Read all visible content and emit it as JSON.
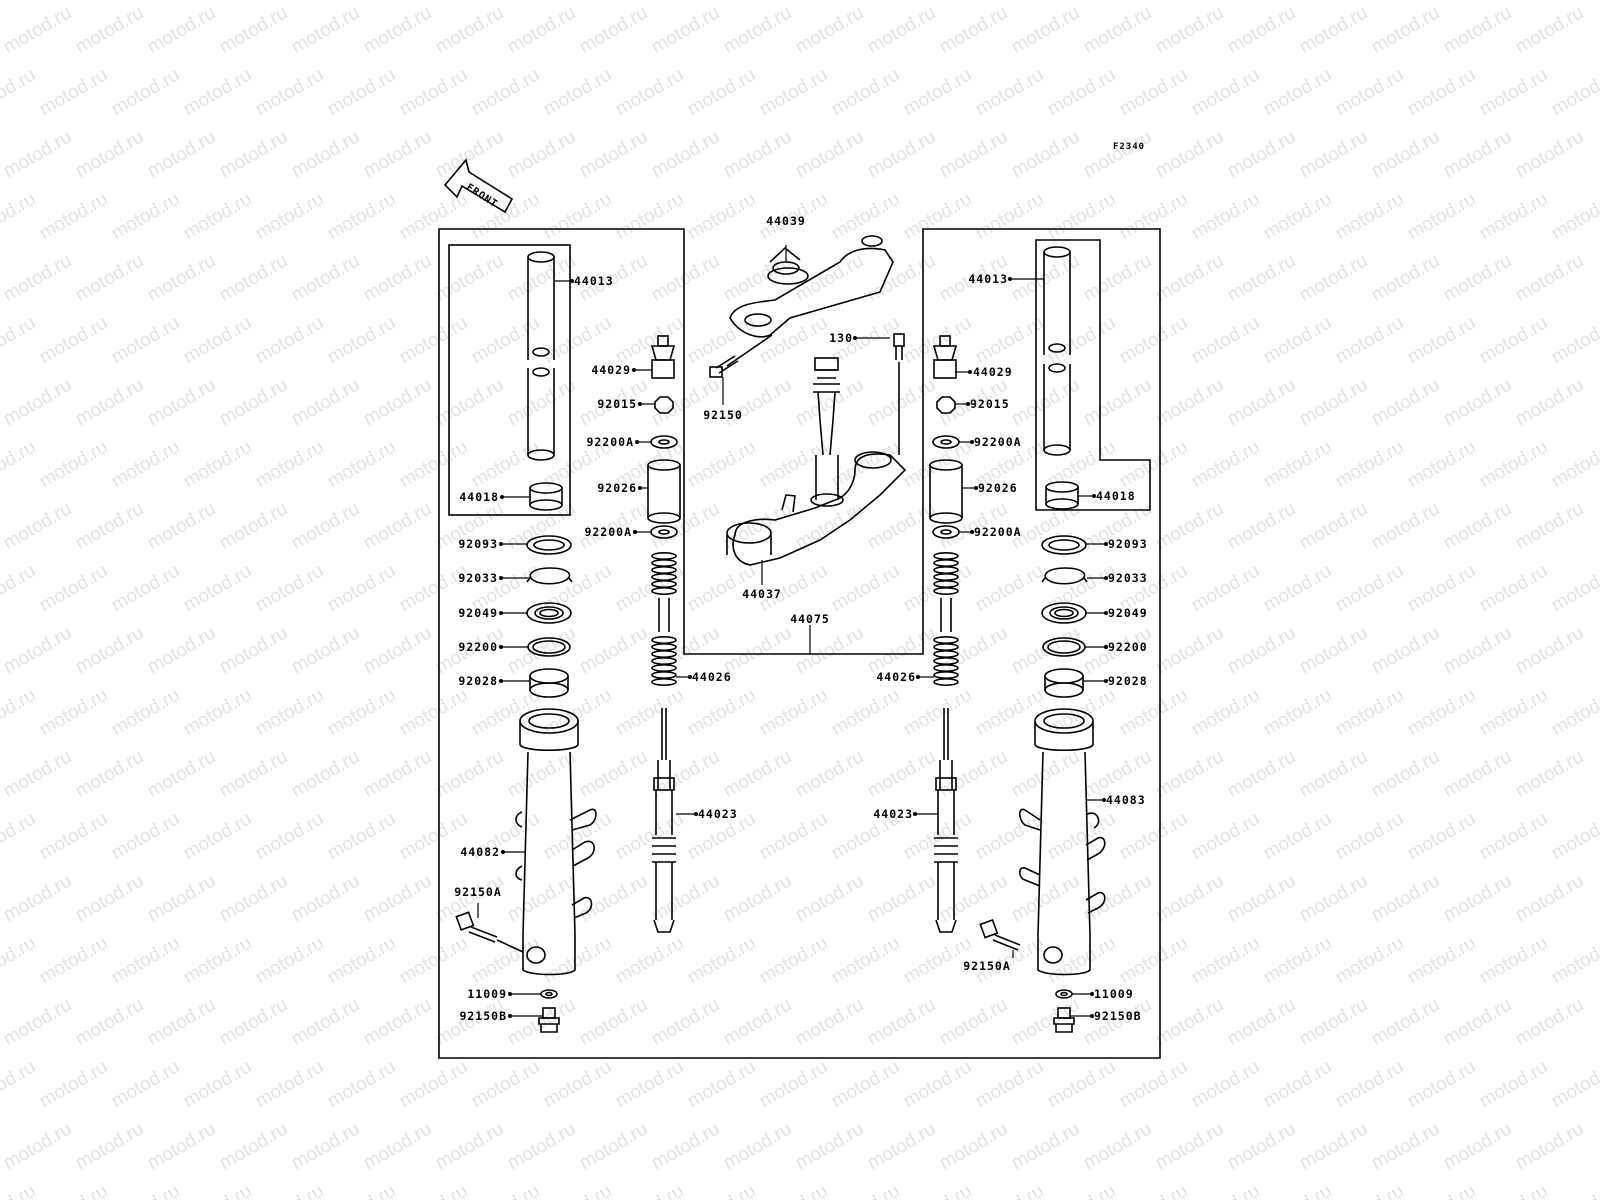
{
  "watermark": "motod.ru",
  "figure_code": "F2340",
  "front_label": "FRONT",
  "parts": {
    "p44039": "44039",
    "p44013_l": "44013",
    "p44013_r": "44013",
    "p130": "130",
    "p44029_l": "44029",
    "p44029_r": "44029",
    "p92150": "92150",
    "p92015_l": "92015",
    "p92015_r": "92015",
    "p92200A_l1": "92200A",
    "p92200A_r1": "92200A",
    "p92026_l": "92026",
    "p92026_r": "92026",
    "p44018_l": "44018",
    "p44018_r": "44018",
    "p92200A_l2": "92200A",
    "p92200A_r2": "92200A",
    "p92093_l": "92093",
    "p92093_r": "92093",
    "p92033_l": "92033",
    "p92033_r": "92033",
    "p44037": "44037",
    "p92049_l": "92049",
    "p92049_r": "92049",
    "p44075": "44075",
    "p92200_l": "92200",
    "p92200_r": "92200",
    "p44026_l": "44026",
    "p44026_r": "44026",
    "p92028_l": "92028",
    "p92028_r": "92028",
    "p44023_l": "44023",
    "p44023_r": "44023",
    "p44083": "44083",
    "p44082": "44082",
    "p92150A_l": "92150A",
    "p92150A_r": "92150A",
    "p11009_l": "11009",
    "p11009_r": "11009",
    "p92150B_l": "92150B",
    "p92150B_r": "92150B"
  }
}
